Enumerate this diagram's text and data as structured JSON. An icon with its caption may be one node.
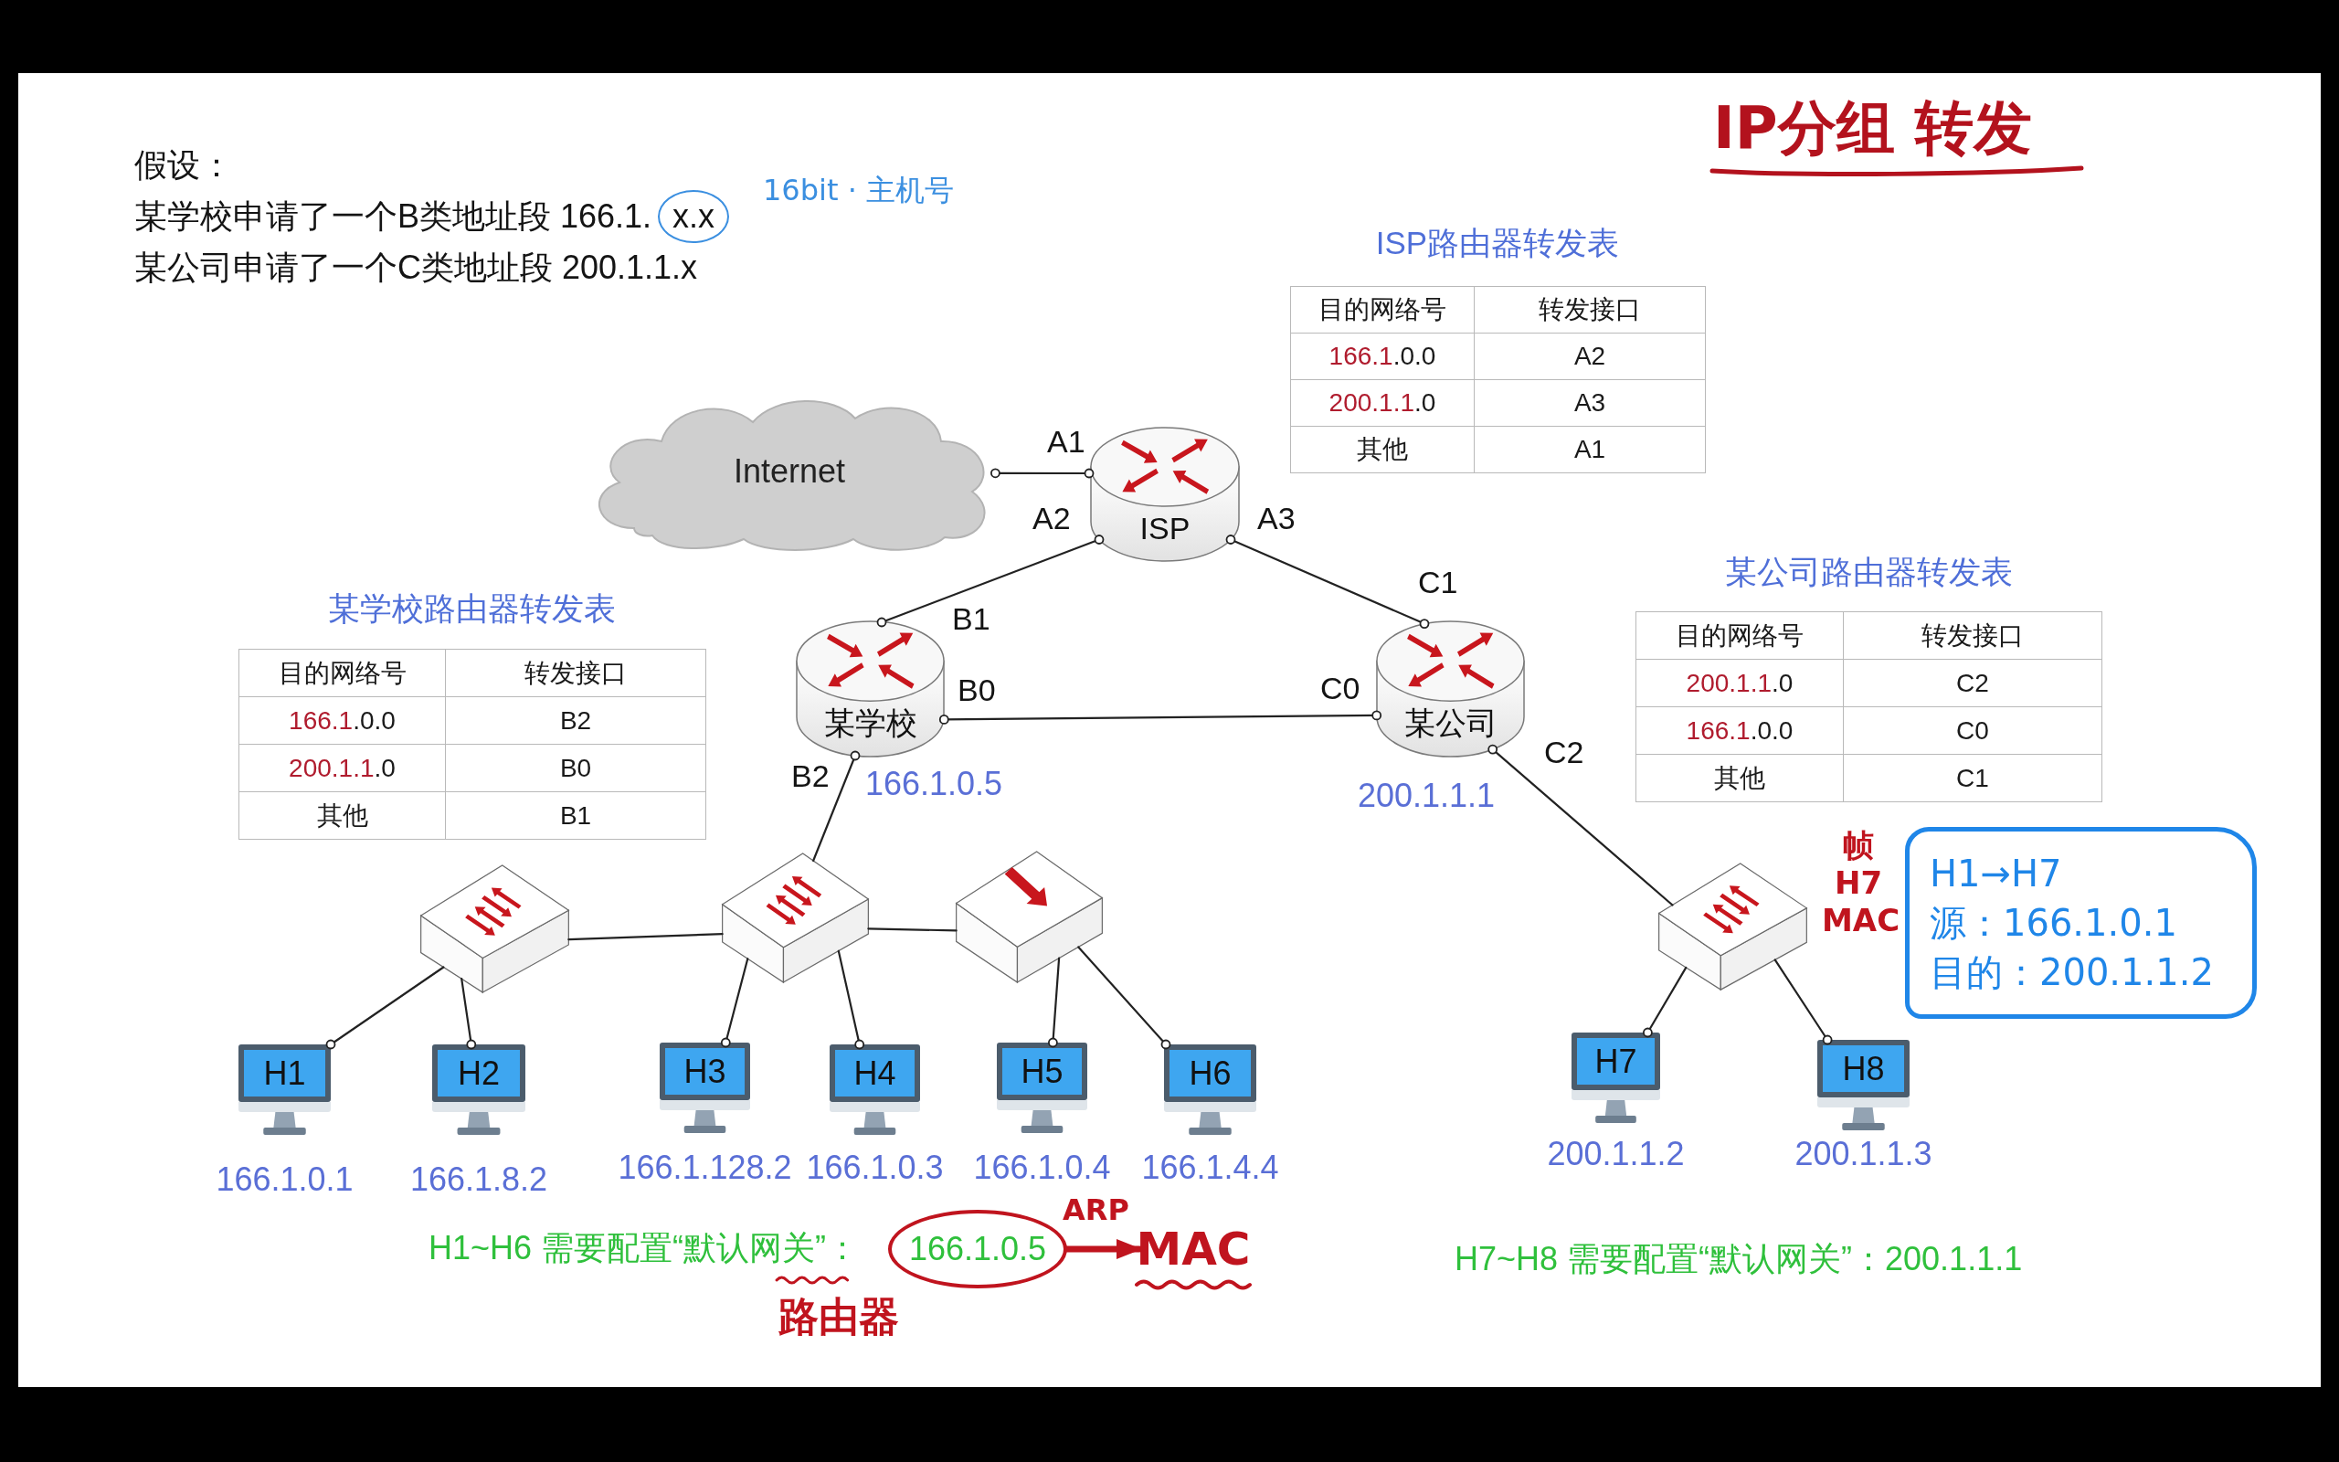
{
  "diagram": {
    "nodes": [
      {
        "text": [
          "Internet"
        ]
      },
      {
        "text": [
          "ISP"
        ]
      },
      {
        "text": [
          "某学校"
        ],
        "beside": [
          "166.1.0.5"
        ]
      },
      {
        "text": [
          "某公司"
        ],
        "beside": [
          "200.1.1.1"
        ]
      },
      {
        "text": [
          "H1→H7",
          "源：166.1.0.1",
          "目的：200.1.1.2"
        ]
      },
      {
        "text": [],
        "shape": "picture"
      },
      {
        "text": [],
        "shape": "picture"
      },
      {
        "text": [],
        "shape": "picture"
      },
      {
        "text": [],
        "shape": "picture"
      },
      {
        "text": [
          "H1"
        ],
        "beside": [
          "166.1.0.1"
        ]
      },
      {
        "text": [
          "H2"
        ],
        "beside": [
          "166.1.8.2"
        ]
      },
      {
        "text": [
          "H3"
        ],
        "beside": [
          "166.1.128.2"
        ]
      },
      {
        "text": [
          "H4"
        ],
        "beside": [
          "166.1.0.3"
        ]
      },
      {
        "text": [
          "H5"
        ],
        "beside": [
          "166.1.0.4"
        ]
      },
      {
        "text": [
          "H6"
        ],
        "beside": [
          "166.1.4.4"
        ]
      },
      {
        "text": [
          "H7"
        ],
        "beside": [
          "200.1.1.2"
        ]
      },
      {
        "text": [
          "H8"
        ],
        "beside": [
          "200.1.1.3"
        ]
      },
      {
        "text": [
          "166.1.0.5"
        ]
      },
      {
        "text": [
          "MAC"
        ]
      },
      {
        "text": [
          "x.x"
        ]
      }
    ],
    "edges": [
      {
        "from": 0,
        "to": 1,
        "arrow": "other"
      },
      {
        "from": 1,
        "to": 2,
        "arrow": "other"
      },
      {
        "from": 1,
        "to": 3,
        "arrow": "other"
      },
      {
        "from": 2,
        "to": 3,
        "arrow": "other"
      },
      {
        "from": 2,
        "to": 6,
        "arrow": "other"
      },
      {
        "from": 5,
        "to": 6,
        "arrow": "none"
      },
      {
        "from": 6,
        "to": 7,
        "arrow": "none"
      },
      {
        "from": 5,
        "to": 9,
        "arrow": "other"
      },
      {
        "from": 5,
        "to": 10,
        "arrow": "other"
      },
      {
        "from": 6,
        "to": 11,
        "arrow": "other"
      },
      {
        "from": 6,
        "to": 12,
        "arrow": "other"
      },
      {
        "from": 7,
        "to": 13,
        "arrow": "other"
      },
      {
        "from": 7,
        "to": 14,
        "arrow": "other"
      },
      {
        "from": 3,
        "to": 8,
        "arrow": "other"
      },
      {
        "from": 8,
        "to": 15,
        "arrow": "other"
      },
      {
        "from": 8,
        "to": 16,
        "arrow": "other"
      },
      {
        "from": 17,
        "to": 18,
        "arrow": "to",
        "label": "ARP",
        "style": "thick",
        "color": "#c0141e"
      }
    ],
    "labels": [
      "假设：",
      "某学校申请了一个B类地址段 166.1.",
      "16bit · 主机号",
      "某公司申请了一个C类地址段 200.1.1.x",
      "IP分组 转发",
      "ISP路由器转发表",
      "目的网络号",
      "转发接口",
      "**166.1**.0.0",
      "A2",
      "**200.1.1**.0",
      "A3",
      "A1",
      "其他",
      "A1",
      "A2",
      "A3",
      "某公司路由器转发表",
      "目的网络号",
      "转发接口",
      "**200.1.1**.0",
      "C2",
      "**166.1**.0.0",
      "C0",
      "其他",
      "C1",
      "某学校路由器转发表",
      "目的网络号",
      "转发接口",
      "**166.1**.0.0",
      "B2",
      "**200.1.1**.0",
      "B0",
      "其他",
      "B1",
      "C1",
      "B1",
      "B0",
      "C0",
      "B2",
      "C2",
      "帧 H7 MAC",
      "H1~H6 需要配置“默认网关”：",
      "路由器",
      "H7~H8 需要配置“默认网关”：200.1.1.1"
    ]
  }
}
